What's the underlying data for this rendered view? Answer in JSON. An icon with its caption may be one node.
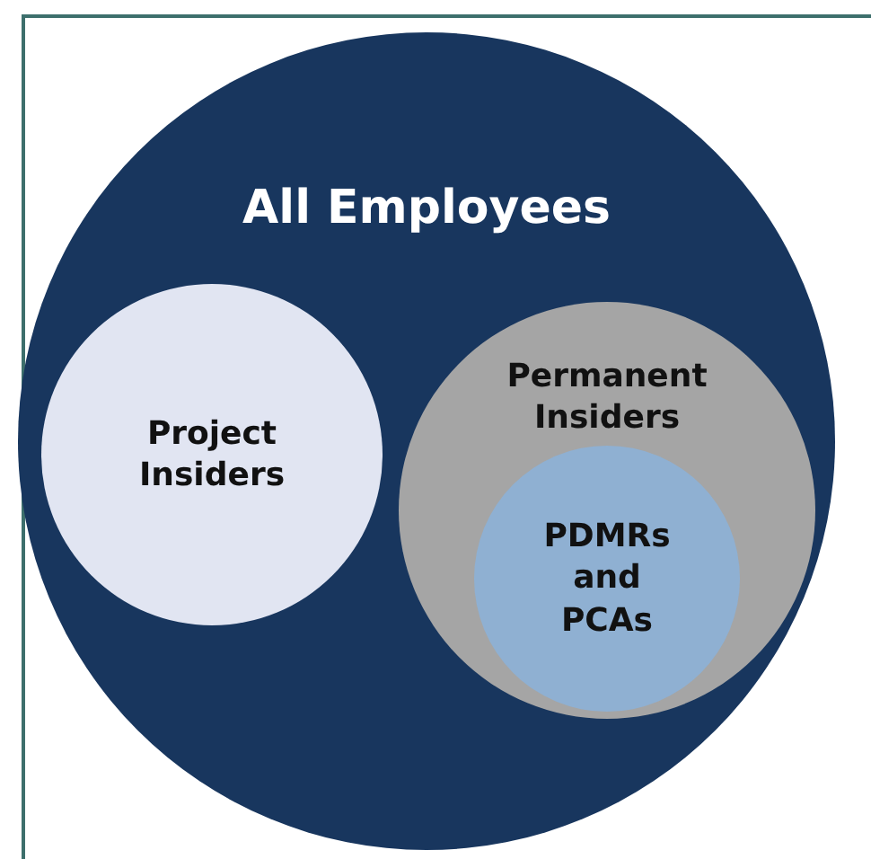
{
  "diagram": {
    "nodes": [
      {
        "text": [
          "All Employees"
        ]
      },
      {
        "text": [
          "Project Insiders"
        ],
        "in": 0
      },
      {
        "text": [
          "Permanent Insiders"
        ],
        "in": 0
      },
      {
        "text": [
          "PDMRs and PCAs"
        ],
        "in": 2
      }
    ]
  }
}
